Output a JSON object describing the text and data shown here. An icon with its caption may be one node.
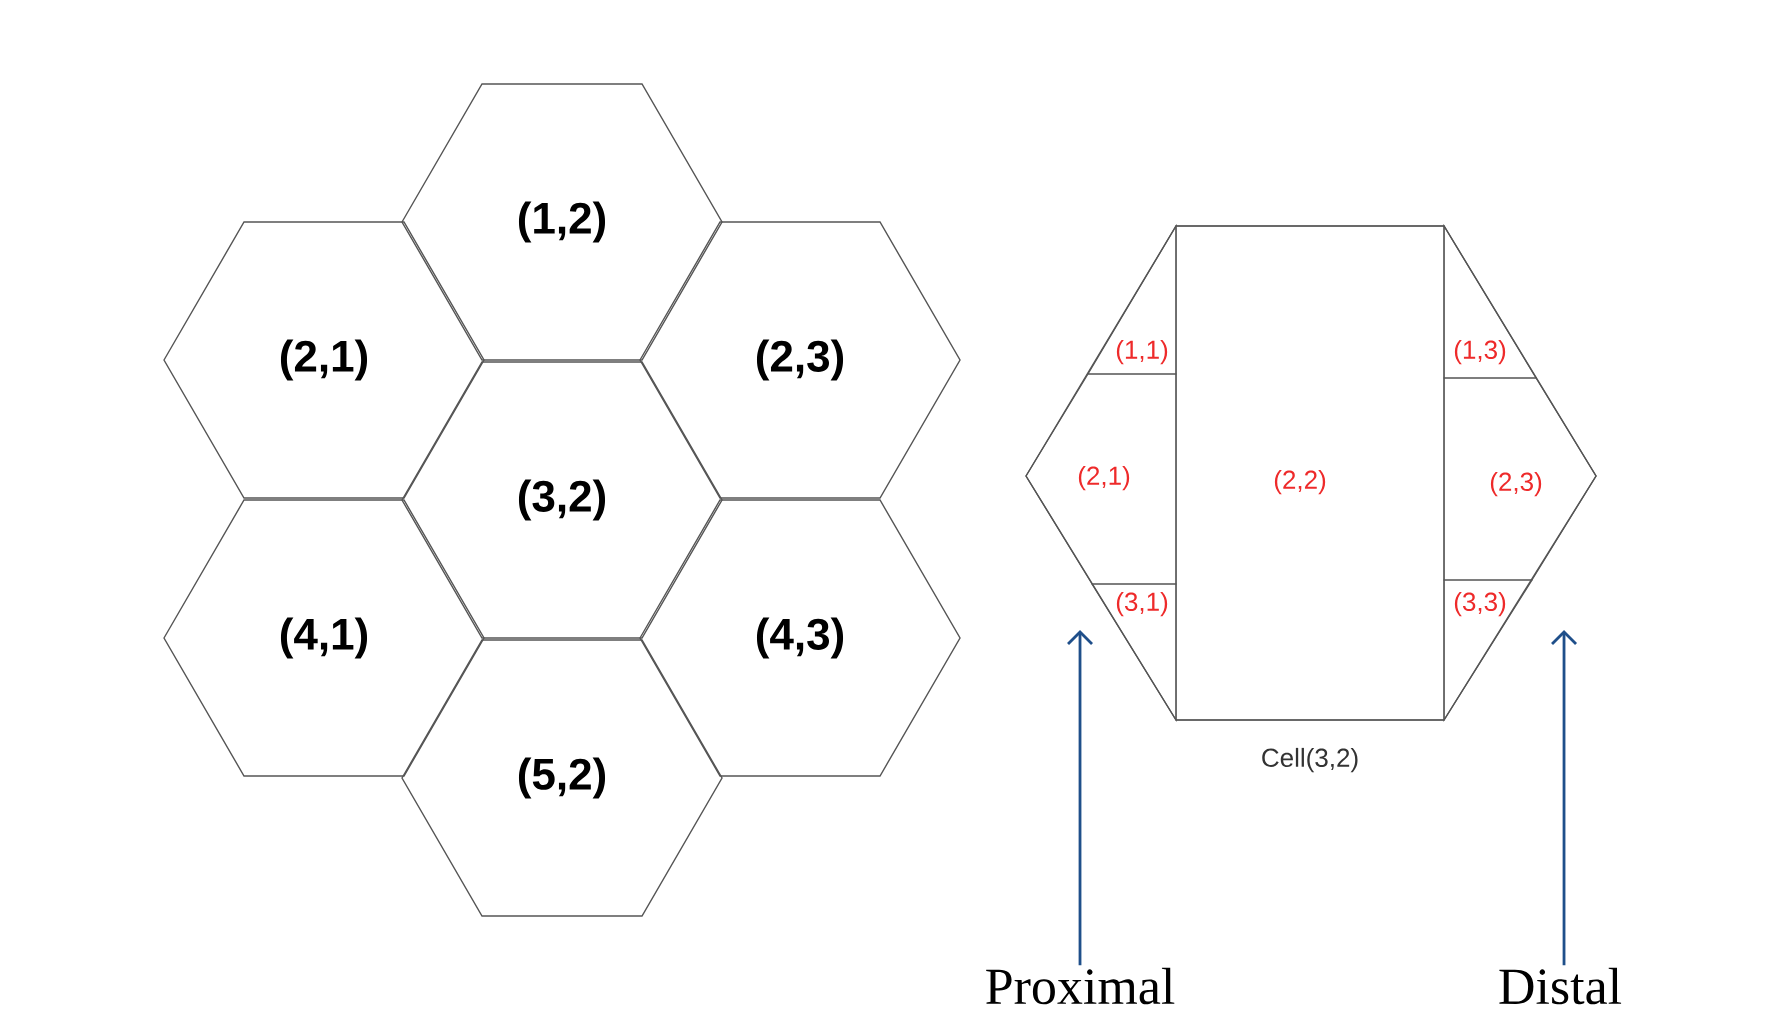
{
  "diagram": {
    "nodes": [
      {
        "text": [
          "(1,2)"
        ]
      },
      {
        "text": [
          "(2,1)"
        ]
      },
      {
        "text": [
          "(2,3)"
        ]
      },
      {
        "text": [
          "(3,2)"
        ]
      },
      {
        "text": [
          "(4,1)"
        ]
      },
      {
        "text": [
          "(4,3)"
        ]
      },
      {
        "text": [
          "(5,2)"
        ]
      },
      {
        "text": [],
        "shape": "hexagon",
        "beside": [
          "Cell(3,2)"
        ]
      },
      {
        "text": [
          "(1,1)"
        ],
        "in": 7
      },
      {
        "text": [
          "(1,3)"
        ],
        "in": 7
      },
      {
        "text": [
          "(2,1)"
        ],
        "in": 7
      },
      {
        "text": [
          "(2,2)"
        ],
        "in": 7
      },
      {
        "text": [
          "(2,3)"
        ],
        "in": 7
      },
      {
        "text": [
          "(3,1)"
        ],
        "in": 7
      },
      {
        "text": [
          "(3,3)"
        ],
        "in": 7
      },
      {
        "text": [
          "Proximal"
        ]
      },
      {
        "text": [
          "Distal"
        ]
      }
    ],
    "edges": [
      {
        "from": 15,
        "to": null,
        "arrow": "to"
      },
      {
        "from": 16,
        "to": null,
        "arrow": "to"
      }
    ]
  }
}
